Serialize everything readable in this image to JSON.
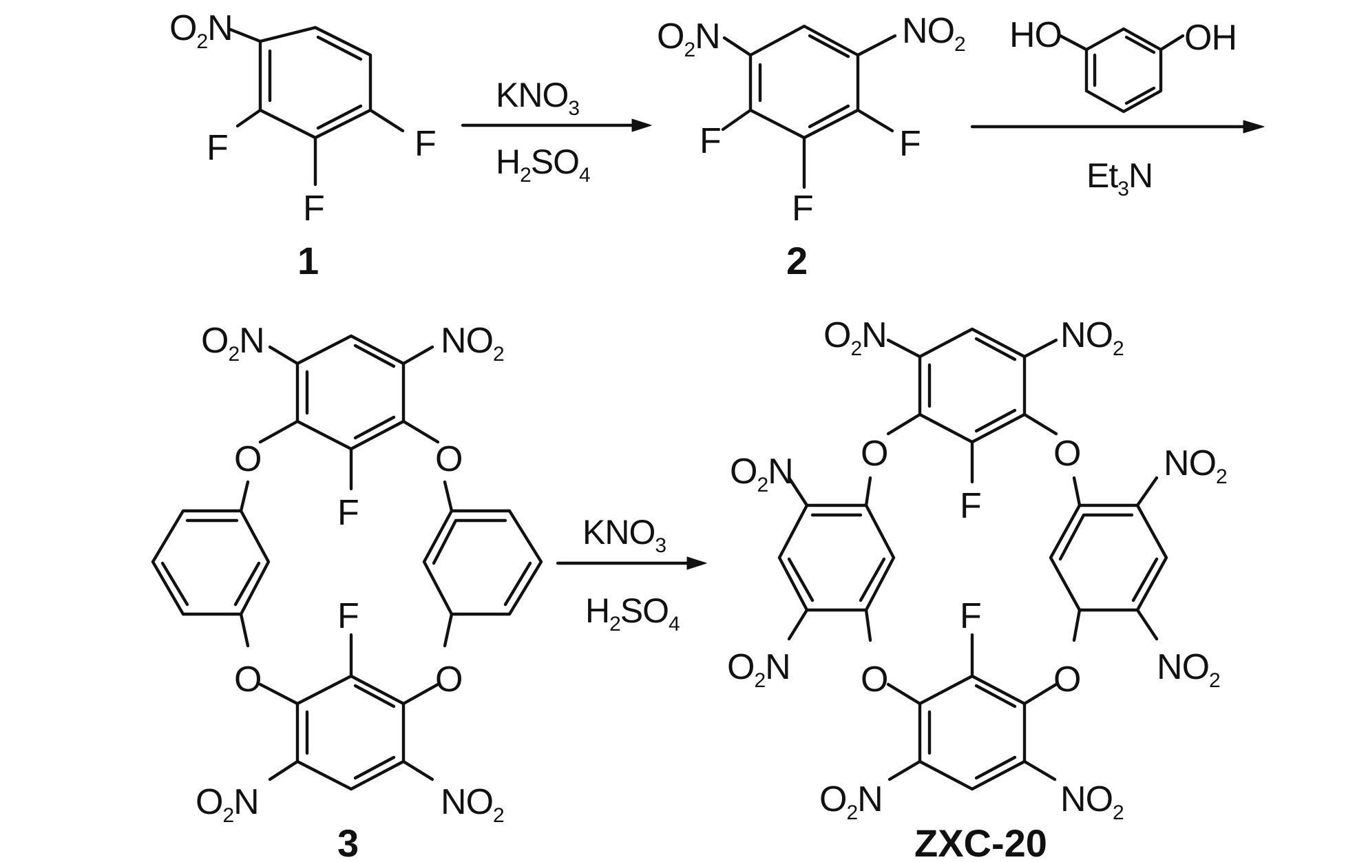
{
  "compounds": {
    "c1": {
      "label": "1"
    },
    "c2": {
      "label": "2"
    },
    "c3": {
      "label": "3"
    },
    "c4": {
      "label": "ZXC-20"
    }
  },
  "atoms": {
    "F": "F",
    "O": "O",
    "HO": "HO",
    "OH": "OH",
    "N": "N",
    "O_left": "O",
    "two": "2"
  },
  "reagents": {
    "step1": {
      "above": "KNO",
      "above_sub": "3",
      "below_a": "H",
      "below_a_sub": "2",
      "below_b": "SO",
      "below_b_sub": "4"
    },
    "step2": {
      "reagent_name": "resorcinol",
      "below": "Et",
      "below_sub": "3",
      "below_end": "N"
    },
    "step3": {
      "above": "KNO",
      "above_sub": "3",
      "below_a": "H",
      "below_a_sub": "2",
      "below_b": "SO",
      "below_b_sub": "4"
    }
  }
}
